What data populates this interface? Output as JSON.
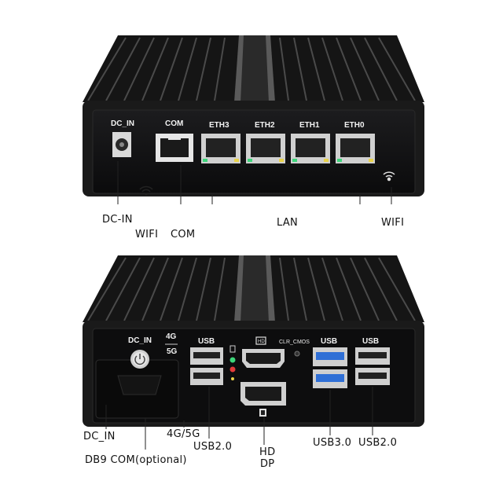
{
  "top_device": {
    "panel_labels": {
      "dc_in": "DC_IN",
      "com": "COM",
      "eth3": "ETH3",
      "eth2": "ETH2",
      "eth1": "ETH1",
      "eth0": "ETH0"
    },
    "callouts": {
      "dc_in": "DC-IN",
      "wifi_left": "WIFI",
      "com": "COM",
      "lan": "LAN",
      "wifi_right": "WIFI"
    }
  },
  "bottom_device": {
    "panel_labels": {
      "dc_in": "DC_IN",
      "g4": "4G",
      "g5": "5G",
      "usb_left": "USB",
      "clr_cmos": "CLR_CMOS",
      "usb_mid": "USB",
      "usb_right": "USB"
    },
    "callouts": {
      "dc_in": "DC_IN",
      "db9": "DB9 COM(optional)",
      "g45": "4G/5G",
      "usb20_left": "USB2.0",
      "hd": "HD",
      "dp": "DP",
      "usb30": "USB3.0",
      "usb20_right": "USB2.0"
    }
  },
  "colors": {
    "chassis": "#161616",
    "panel": "#0f0f10",
    "usb3_blue": "#2f6fd6",
    "led_green": "#3dd67a",
    "led_yellow": "#e8d24a",
    "led_red": "#e23a3a"
  },
  "icons": [
    "wifi-icon",
    "power-icon",
    "hdmi-icon",
    "dp-icon",
    "storage-led-icon"
  ]
}
